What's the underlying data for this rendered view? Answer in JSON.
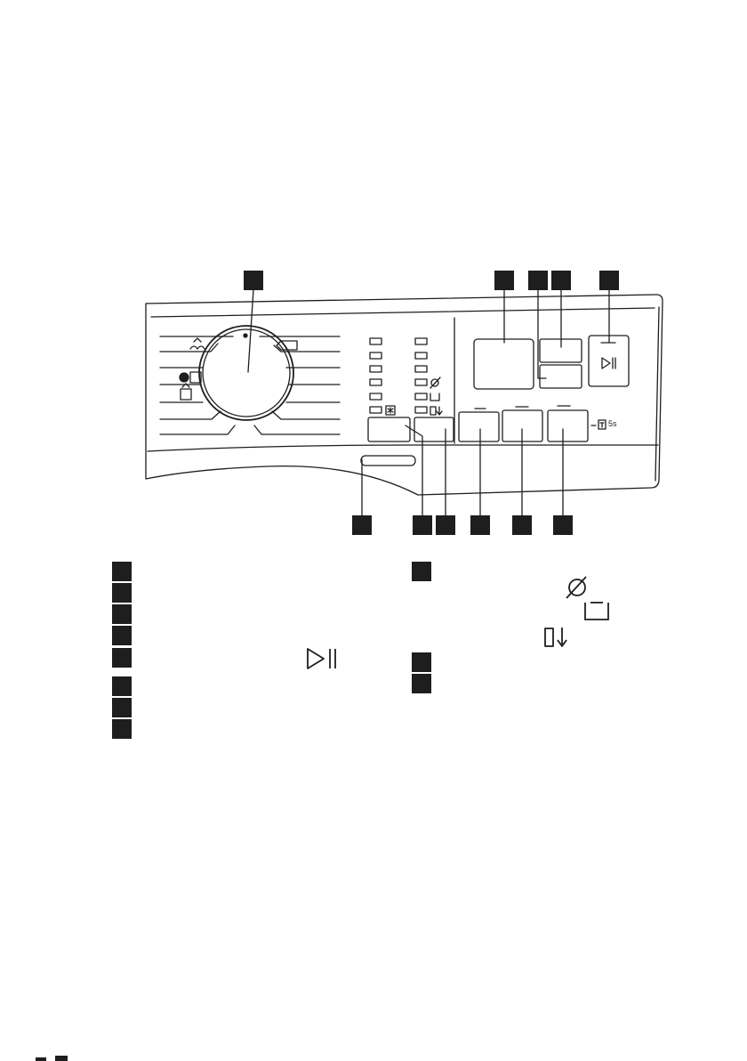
{
  "diagram": {
    "top_callouts": [
      {
        "id": "dial",
        "label": ""
      },
      {
        "id": "display",
        "label": ""
      },
      {
        "id": "button-upper-small-left",
        "label": ""
      },
      {
        "id": "button-upper-small-right",
        "label": ""
      },
      {
        "id": "start-pause",
        "label": ""
      }
    ],
    "bottom_callouts": [
      {
        "id": "drawer-handle",
        "label": ""
      },
      {
        "id": "left-option-button",
        "label": ""
      },
      {
        "id": "second-option-button",
        "label": ""
      },
      {
        "id": "temp-button",
        "label": ""
      },
      {
        "id": "spin-button",
        "label": ""
      },
      {
        "id": "delay-button",
        "label": ""
      }
    ],
    "legend_left": [
      {
        "label": ""
      },
      {
        "label": ""
      },
      {
        "label": ""
      },
      {
        "label": ""
      },
      {
        "label": "",
        "icon": "start-pause-icon"
      },
      {
        "label": ""
      },
      {
        "label": ""
      },
      {
        "label": ""
      }
    ],
    "legend_right": [
      {
        "label": "",
        "icons": [
          "no-spin-icon",
          "rinse-hold-icon",
          "drain-icon"
        ]
      },
      {
        "label": ""
      },
      {
        "label": ""
      }
    ],
    "panel_text": {
      "child_lock_mark": "5s"
    },
    "colors": {
      "ink": "#1e1e1e",
      "background": "#ffffff"
    }
  }
}
